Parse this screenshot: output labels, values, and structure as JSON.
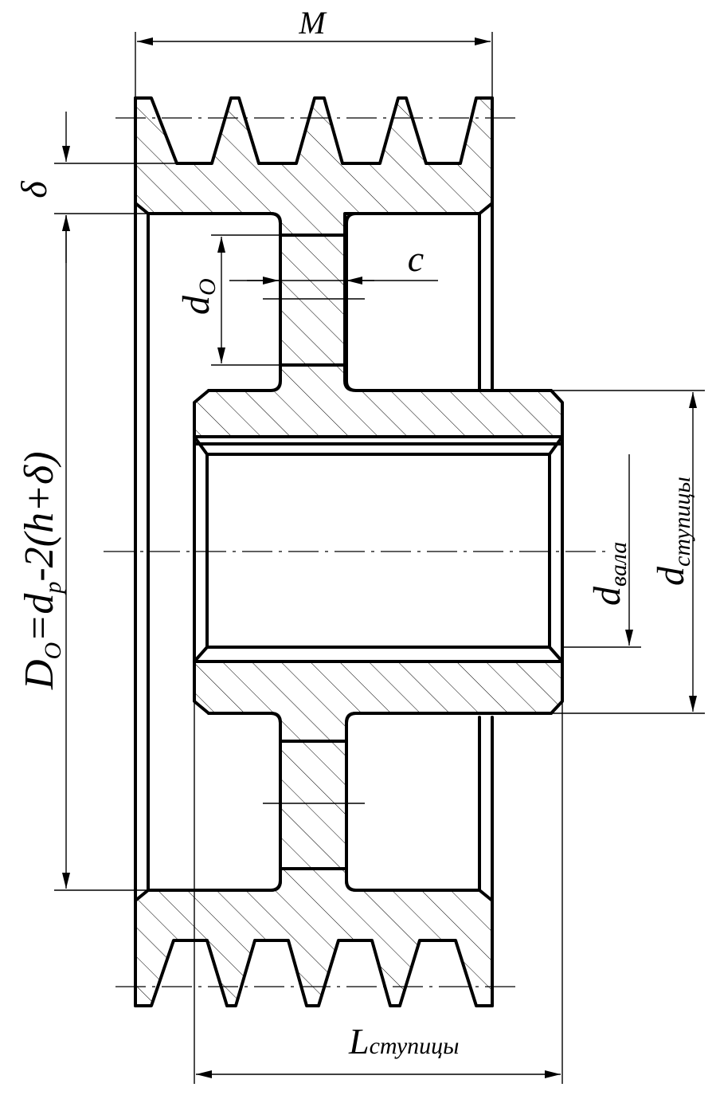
{
  "labels": {
    "width": "M",
    "rim_thickness": "δ",
    "spoke_diameter": "d",
    "spoke_diameter_sub": "O",
    "fillet": "c",
    "shaft_diameter": "d",
    "shaft_diameter_sub": "вала",
    "hub_diameter": "d",
    "hub_diameter_sub": "ступицы",
    "hub_length": "L",
    "hub_length_sub": "ступицы",
    "inner_rim_formula_D": "D",
    "inner_rim_formula_D_sub": "O",
    "inner_rim_formula_eq": "=d",
    "inner_rim_formula_p": "p",
    "inner_rim_formula_rest": "-2(h+δ)"
  },
  "grooves": {
    "count": 4
  }
}
